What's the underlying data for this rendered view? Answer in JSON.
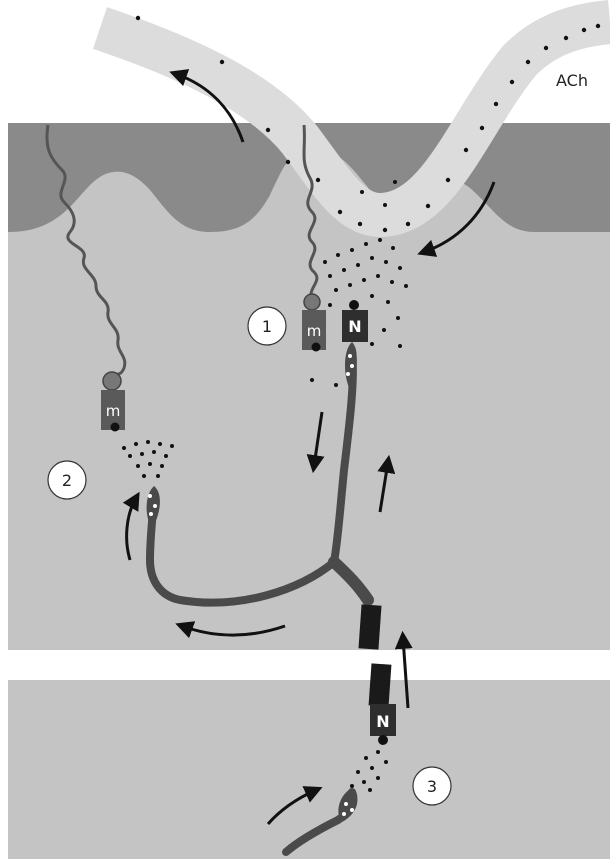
{
  "labels": {
    "neurotransmitter": "ACh",
    "receptor_muscarinic": "m",
    "receptor_nicotinic": "N",
    "step1": "1",
    "step2": "2",
    "step3": "3"
  },
  "colors": {
    "background": "#ffffff",
    "tissue_light": "#c4c4c4",
    "tissue_dark": "#8a8a8a",
    "vessel": "#dcdcdc",
    "neuron": "#4a4a4a",
    "receptor_box": "#5a5a5a",
    "receptor_nicotinic_box": "#2e2e2e",
    "ach_dot": "#111111",
    "arrow": "#111111",
    "circle_fill": "#ffffff"
  },
  "icons": {
    "arrow": "curved-arrow-icon",
    "receptor": "receptor-icon",
    "coil": "spring-coil-icon"
  }
}
